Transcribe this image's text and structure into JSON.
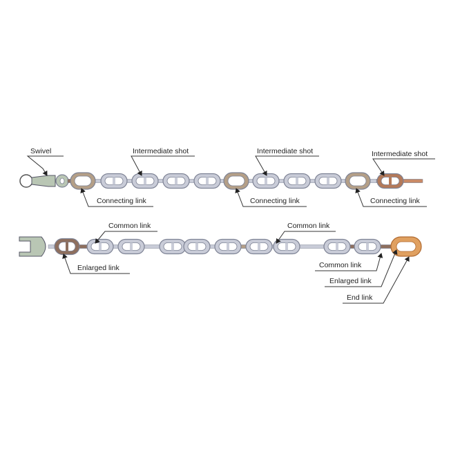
{
  "labels": {
    "swivel": "Swivel",
    "intermediate_shot_1": "Intermediate shot",
    "intermediate_shot_2": "Intermediate shot",
    "intermediate_shot_3": "Intermediate shot",
    "connecting_link_1": "Connecting link",
    "connecting_link_2": "Connecting link",
    "connecting_link_3": "Connecting link",
    "common_link_1": "Common link",
    "common_link_2": "Common link",
    "common_link_3": "Common link",
    "enlarged_link_1": "Enlarged link",
    "enlarged_link_2": "Enlarged link",
    "end_link": "End link"
  },
  "colors": {
    "steel": "#c9ccd8",
    "steel_edge": "#7d8294",
    "connecting": "#b49f87",
    "enlarged": "#8e6f5e",
    "end": "#e0a060",
    "swivel": "#b9c6b4"
  }
}
